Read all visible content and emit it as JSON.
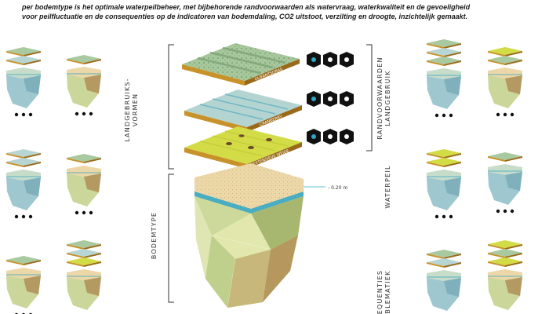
{
  "intro": {
    "line1": "per bodemtype is het optimale waterpeilbeheer, met bijbehorende randvoorwaarden als watervraag, waterkwaliteit en de gevoeligheid",
    "line2": "voor peilfluctuatie en de consequenties op de indicatoren van bodemdaling, CO2 uitstoot, verzilting en droogte, inzichtelijk gemaakt."
  },
  "labels": {
    "landgebruik_1": "LANDGEBRUIKS-",
    "landgebruik_2": "VORMEN",
    "bodemtype": "BODEMTYPE",
    "rand_1": "RANDVOORWAARDEN",
    "rand_2": "LANDGEBRUIK",
    "waterpeil": "WATERPEIL",
    "cons_1": "EQUENTIES",
    "cons_2": "BLEMATIEK"
  },
  "layers": [
    {
      "name": "OLIFANTSGRAS",
      "color": "#a9c9a0"
    },
    {
      "name": "CRANBERRY",
      "color": "#b7d5d3"
    },
    {
      "name": "EXTENSIEVE WEIDE",
      "color": "#d2dc45"
    }
  ],
  "water_level": "- 0.20 m",
  "colors": {
    "water": "#2ea6c6",
    "soil_top": "#f0ddb0",
    "rock_light": "#dfe7a8",
    "rock_dark": "#b79a5f",
    "icon": "#111111"
  }
}
